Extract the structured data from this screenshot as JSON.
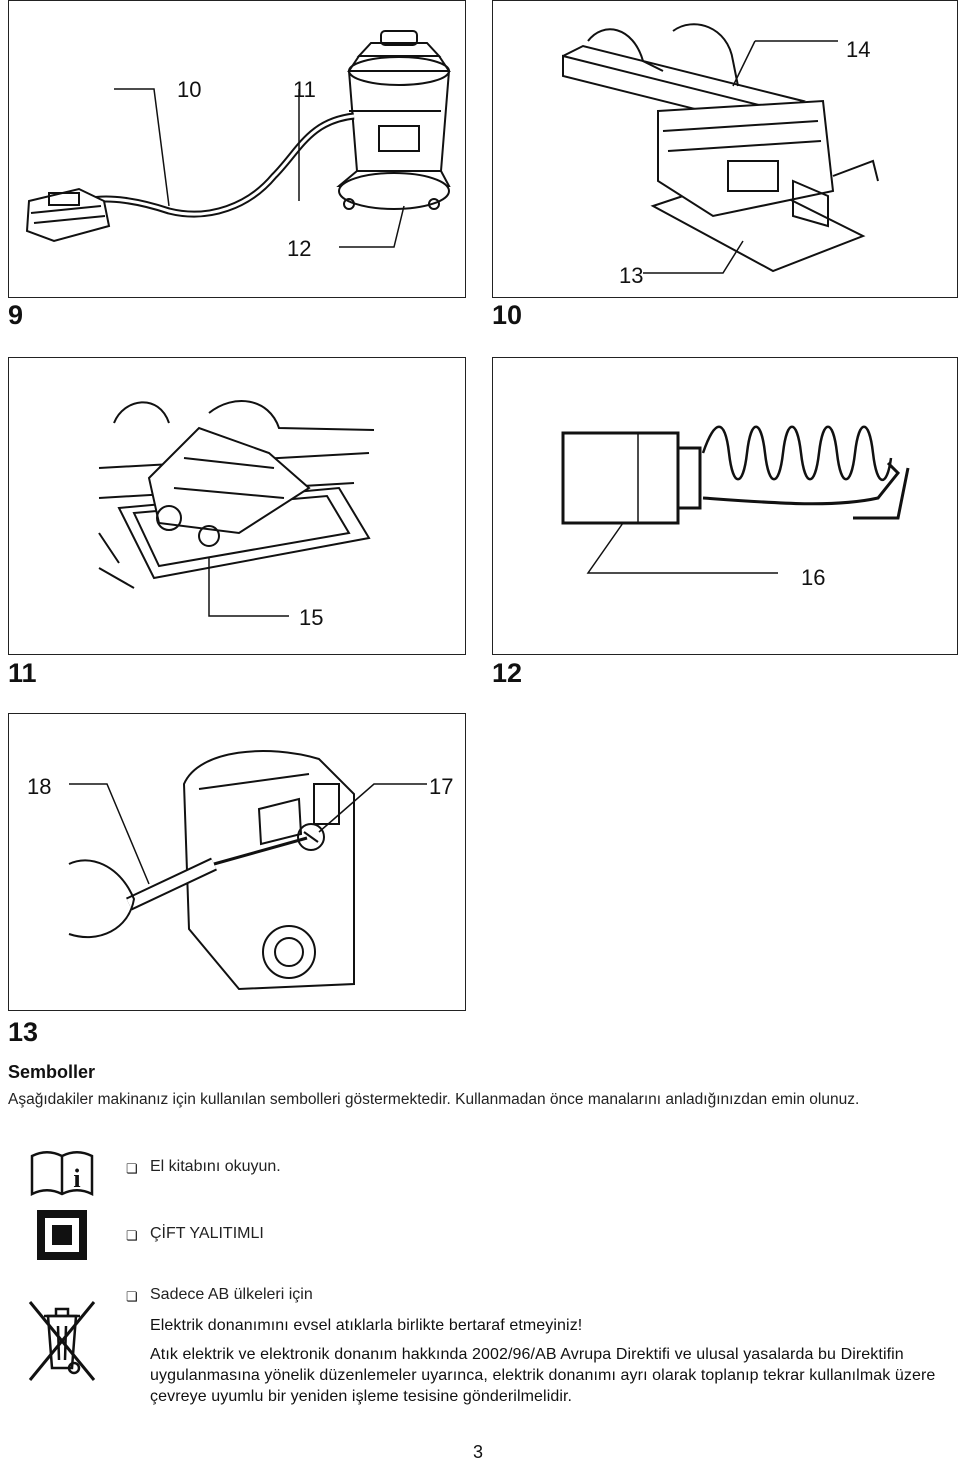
{
  "figures": [
    {
      "number": "9",
      "callouts": [
        "10",
        "11",
        "12"
      ]
    },
    {
      "number": "10",
      "callouts": [
        "14",
        "13"
      ]
    },
    {
      "number": "11",
      "callouts": [
        "15"
      ]
    },
    {
      "number": "12",
      "callouts": [
        "16"
      ]
    },
    {
      "number": "13",
      "callouts": [
        "18",
        "17"
      ]
    }
  ],
  "symbols_section": {
    "heading": "Semboller",
    "intro": "Aşağıdakiler makinanız için kullanılan sembolleri göstermektedir. Kullanmadan önce manalarını anladığınızdan emin olunuz.",
    "bullet_glyph": "❏",
    "items": [
      {
        "icon": "manual-info-icon",
        "text": "El kitabını okuyun."
      },
      {
        "icon": "double-insulation-icon",
        "text": "ÇİFT YALITIMLI"
      },
      {
        "icon": "crossed-bin-icon",
        "text": "Sadece AB ülkeleri için"
      }
    ],
    "weee_line1": "Elektrik donanımını evsel atıklarla birlikte bertaraf etmeyiniz!",
    "weee_para": "Atık elektrik ve elektronik donanım hakkında 2002/96/AB Avrupa Direktifi ve ulusal yasalarda bu Direktifin uygulanmasına yönelik düzenlemeler uyarınca, elektrik donanımı ayrı olarak toplanıp tekrar kullanılmak üzere çevreye uyumlu bir yeniden işleme tesisine gönderilmelidir."
  },
  "page_number": "3"
}
